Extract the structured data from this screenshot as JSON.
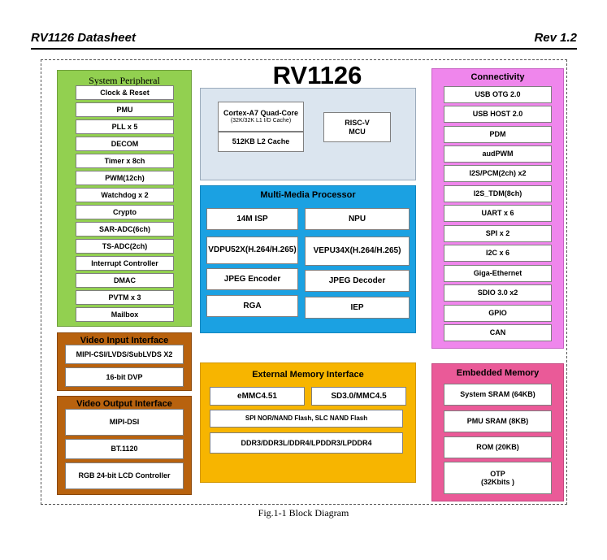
{
  "header": {
    "left": "RV1126 Datasheet",
    "right": "Rev 1.2"
  },
  "diagram_title": "RV1126",
  "system_peripheral": {
    "title": "System Peripheral",
    "items": [
      "Clock & Reset",
      "PMU",
      "PLL x 5",
      "DECOM",
      "Timer x 8ch",
      "PWM(12ch)",
      "Watchdog x 2",
      "Crypto",
      "SAR-ADC(6ch)",
      "TS-ADC(2ch)",
      "Interrupt Controller",
      "DMAC",
      "PVTM x 3",
      "Mailbox"
    ]
  },
  "video_input": {
    "title": "Video Input Interface",
    "items": [
      "MIPI-CSI/LVDS/SubLVDS X2",
      "16-bit DVP"
    ]
  },
  "video_output": {
    "title": "Video Output Interface",
    "items": [
      "MIPI-DSI",
      "BT.1120",
      "RGB 24-bit LCD Controller"
    ]
  },
  "cpu": {
    "core_line1": "Cortex-A7 Quad-Core",
    "core_line2": "(32K/32K L1 I/D Cache)",
    "l2": "512KB L2 Cache",
    "mcu_line1": "RISC-V",
    "mcu_line2": "MCU"
  },
  "multimedia": {
    "title": "Multi-Media Processor",
    "items": [
      "14M ISP",
      "NPU",
      "VDPU52X(H.264/H.265)",
      "VEPU34X(H.264/H.265)",
      "JPEG Encoder",
      "JPEG Decoder",
      "RGA",
      "IEP"
    ]
  },
  "external_memory": {
    "title": "External Memory Interface",
    "items": [
      "eMMC4.51",
      "SD3.0/MMC4.5",
      "SPI NOR/NAND Flash, SLC NAND Flash",
      "DDR3/DDR3L/DDR4/LPDDR3/LPDDR4"
    ]
  },
  "connectivity": {
    "title": "Connectivity",
    "items": [
      "USB OTG 2.0",
      "USB HOST 2.0",
      "PDM",
      "audPWM",
      "I2S/PCM(2ch) x2",
      "I2S_TDM(8ch)",
      "UART x 6",
      "SPI x 2",
      "I2C x 6",
      "Giga-Ethernet",
      "SDIO 3.0 x2",
      "GPIO",
      "CAN"
    ]
  },
  "embedded_memory": {
    "title": "Embedded Memory",
    "items": [
      "System SRAM (64KB)",
      "PMU SRAM (8KB)",
      "ROM (20KB)"
    ],
    "otp_line1": "OTP",
    "otp_line2": "(32Kbits )"
  },
  "caption": "Fig.1-1 Block Diagram",
  "colors": {
    "green": "#92d050",
    "orange": "#b8620e",
    "gray": "#dbe5ef",
    "blue": "#1ba1e2",
    "yellow": "#f7b500",
    "magenta": "#ef86ec",
    "pink": "#ea5a98"
  }
}
